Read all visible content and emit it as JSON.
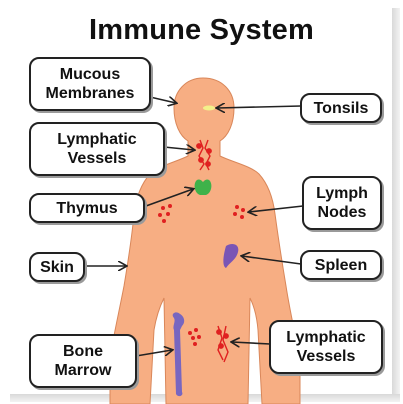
{
  "title": "Immune System",
  "labels": {
    "mucous_membranes": [
      "Mucous",
      "Membranes"
    ],
    "tonsils": "Tonsils",
    "lymphatic_vessels_top": [
      "Lymphatic",
      "Vessels"
    ],
    "thymus": "Thymus",
    "lymph_nodes": [
      "Lymph",
      "Nodes"
    ],
    "skin": "Skin",
    "spleen": "Spleen",
    "bone_marrow": [
      "Bone",
      "Marrow"
    ],
    "lymphatic_vessels_bottom": [
      "Lymphatic",
      "Vessels"
    ]
  },
  "colors": {
    "body": "#f7ae83",
    "body_outline": "#d9875a",
    "lymph": "#e02020",
    "thymus": "#3fb24a",
    "spleen": "#7a55b5",
    "bone": "#7866c0",
    "tonsil": "#f3f08a"
  }
}
